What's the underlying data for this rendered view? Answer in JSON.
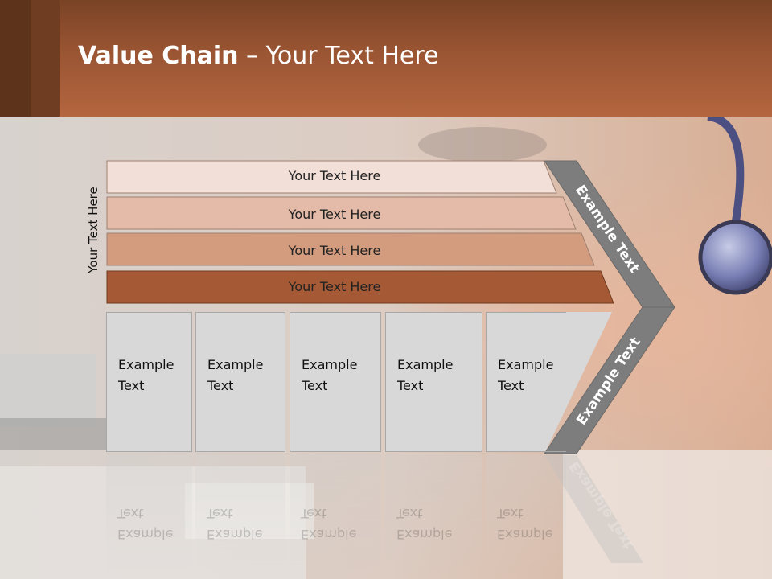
{
  "slide": {
    "title_bold": "Value Chain",
    "title_rest": " – Your Text Here",
    "side_label": "Your Text Here",
    "bars": [
      {
        "label": "Your Text Here",
        "fill": "#f1dfd8"
      },
      {
        "label": "Your Text Here",
        "fill": "#e4bba9"
      },
      {
        "label": "Your Text Here",
        "fill": "#d39c7f"
      },
      {
        "label": "Your Text Here",
        "fill": "#a55a35"
      }
    ],
    "boxes": [
      {
        "line1": "Example",
        "line2": "Text"
      },
      {
        "line1": "Example",
        "line2": "Text"
      },
      {
        "line1": "Example",
        "line2": "Text"
      },
      {
        "line1": "Example",
        "line2": "Text"
      },
      {
        "line1": "Example",
        "line2": "Text"
      }
    ],
    "arrow_upper": "Example Text",
    "arrow_lower": "Example Text",
    "colors": {
      "header": "#9a5533",
      "arrow": "#7d7d7d",
      "box": "#d8d8d8"
    }
  }
}
